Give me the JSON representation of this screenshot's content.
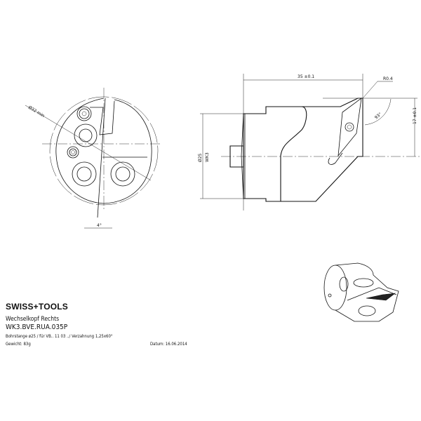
{
  "title_block": {
    "brand": "SWISS+TOOLS",
    "description": "Wechselkopf Rechts",
    "part_number": "WK3.BVE.RUA.035P",
    "spec": "Bohrstange ø25 / für VB.. 11 03 ../ Verzahnung 1,25x60°",
    "weight": "Gewicht: 83g",
    "date": "Datum: 16.06.2014"
  },
  "dimensions": {
    "front_diameter": "Ø32 min",
    "front_angle": "4°",
    "length": "35 ±0.1",
    "corner_radius": "R0.4",
    "approach_angle": "93°",
    "offset": "17 ±0.1",
    "shank_diameter": "Ø25",
    "shank_type": "WK3"
  }
}
